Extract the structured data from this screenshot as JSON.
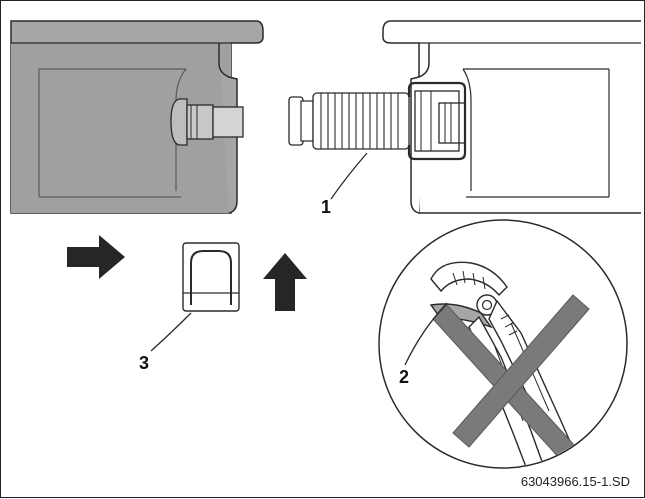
{
  "diagram": {
    "callouts": {
      "one": "1",
      "two": "2",
      "three": "3"
    },
    "reference_code": "63043966.15-1.SD",
    "colors": {
      "body_gray": "#a6a6a6",
      "body_dark": "#8c8c8c",
      "line": "#2a2a2a",
      "arrow": "#262626",
      "cross": "#7a7a7a"
    },
    "icons": [
      "push-right-arrow-icon",
      "push-up-arrow-icon",
      "prohibited-pliers-icon"
    ]
  }
}
